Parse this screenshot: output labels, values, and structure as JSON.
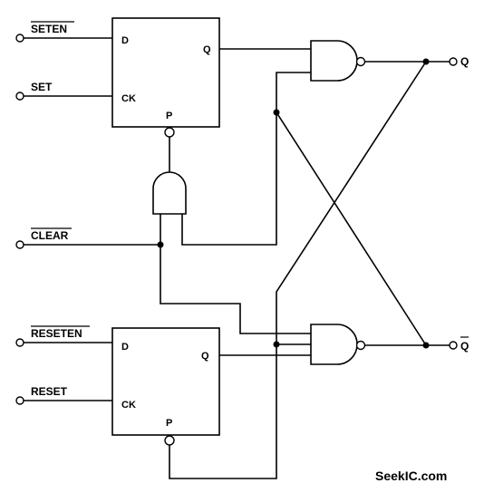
{
  "inputs": {
    "seten": "SETEN",
    "set": "SET",
    "clear": "CLEAR",
    "reseten": "RESETEN",
    "reset": "RESET"
  },
  "outputs": {
    "q": "Q",
    "q_bar": "Q"
  },
  "flipflop_top": {
    "d": "D",
    "ck": "CK",
    "q": "Q",
    "p": "P"
  },
  "flipflop_bottom": {
    "d": "D",
    "ck": "CK",
    "q": "Q",
    "p": "P"
  },
  "watermark": "SeekIC.com"
}
